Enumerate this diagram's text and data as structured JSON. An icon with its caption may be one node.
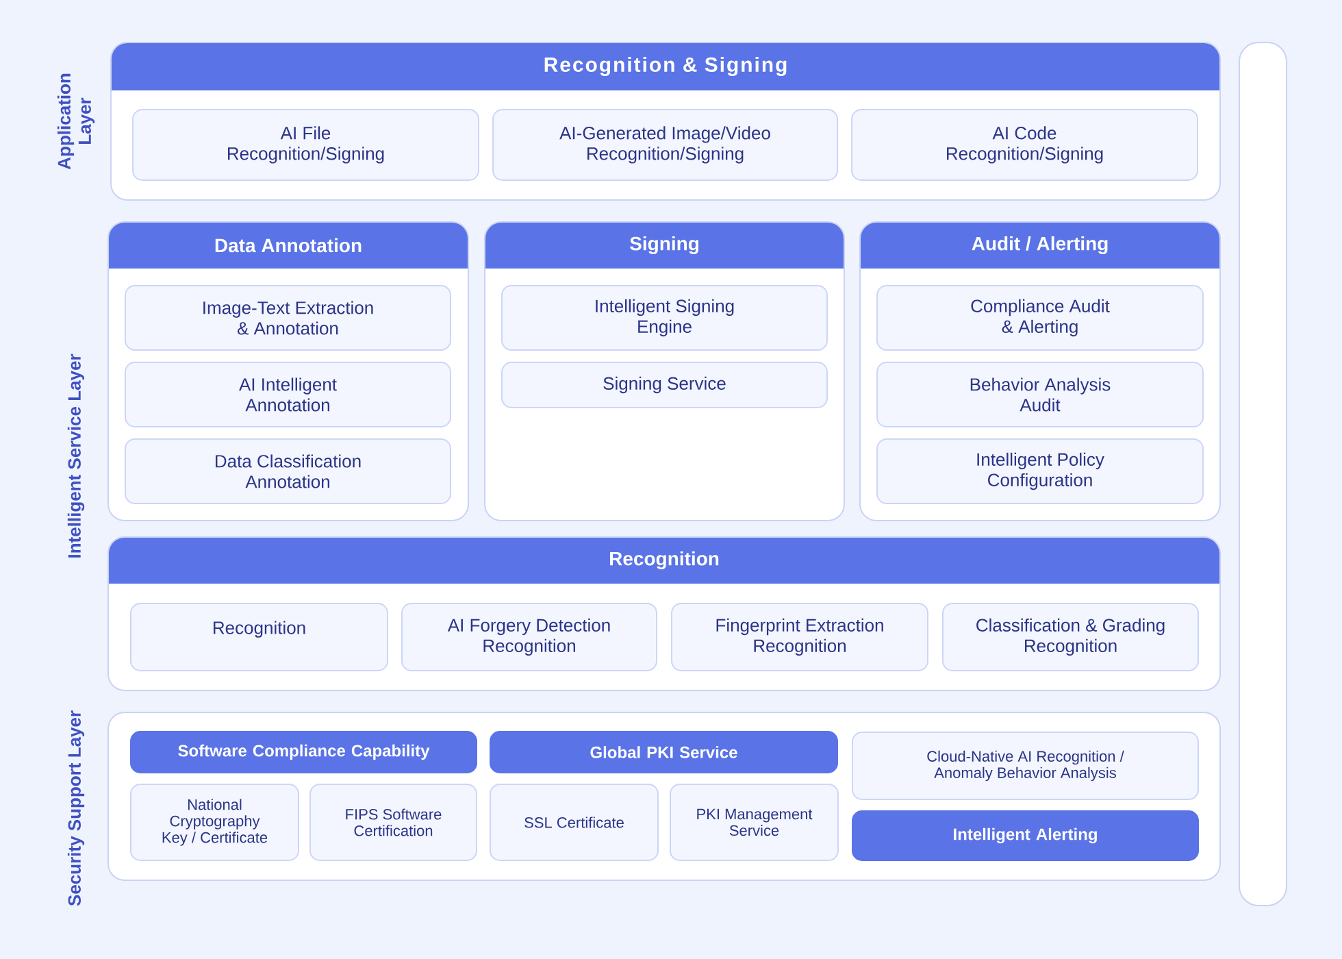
{
  "diagram": {
    "nodes": [
      {
        "text": [
          "Recognition & Signing"
        ]
      },
      {
        "text": [
          "AI File Recognition/Signing"
        ],
        "in": 0
      },
      {
        "text": [
          "AI-Generated Image/Video Recognition/Signing"
        ],
        "in": 0
      },
      {
        "text": [
          "AI Code Recognition/Signing"
        ],
        "in": 0
      },
      {
        "text": [
          "Data Annotation"
        ]
      },
      {
        "text": [
          "Image-Text Extraction & Annotation"
        ],
        "in": 4
      },
      {
        "text": [
          "AI Intelligent Annotation"
        ],
        "in": 4
      },
      {
        "text": [
          "Data Classification Annotation"
        ],
        "in": 4
      },
      {
        "text": [
          "Signing"
        ]
      },
      {
        "text": [
          "Intelligent Signing Engine"
        ],
        "in": 8
      },
      {
        "text": [
          "Signing Service"
        ],
        "in": 8
      },
      {
        "text": [
          "Audit / Alerting"
        ]
      },
      {
        "text": [
          "Compliance Audit & Alerting"
        ],
        "in": 11
      },
      {
        "text": [
          "Behavior Analysis Audit"
        ],
        "in": 11
      },
      {
        "text": [
          "Intelligent Policy Configuration"
        ],
        "in": 11
      },
      {
        "text": [
          "Recognition"
        ]
      },
      {
        "text": [
          "Recognition"
        ],
        "in": 15
      },
      {
        "text": [
          "AI Forgery Detection Recognition"
        ],
        "in": 15
      },
      {
        "text": [
          "Fingerprint Extraction Recognition"
        ],
        "in": 15
      },
      {
        "text": [
          "Classification & Grading Recognition"
        ],
        "in": 15
      },
      {
        "text": [],
        "shape": "box"
      },
      {
        "text": [
          "Software Compliance Capability"
        ],
        "in": 20
      },
      {
        "text": [
          "National Cryptography Key / Certificate"
        ],
        "in": 20
      },
      {
        "text": [
          "FIPS Software Certification"
        ],
        "in": 20
      },
      {
        "text": [
          "Global PKI Service"
        ],
        "in": 20
      },
      {
        "text": [
          "SSL Certificate"
        ],
        "in": 20
      },
      {
        "text": [
          "PKI Management Service"
        ],
        "in": 20
      },
      {
        "text": [
          "Cloud-Native AI Recognition / Anomaly Behavior Analysis"
        ],
        "in": 20
      },
      {
        "text": [
          "Intelligent Alerting"
        ],
        "in": 20
      },
      {
        "text": [],
        "shape": "box"
      }
    ],
    "labels": [
      "Application Layer",
      "Intelligent Service Layer",
      "Security Support Layer"
    ]
  }
}
